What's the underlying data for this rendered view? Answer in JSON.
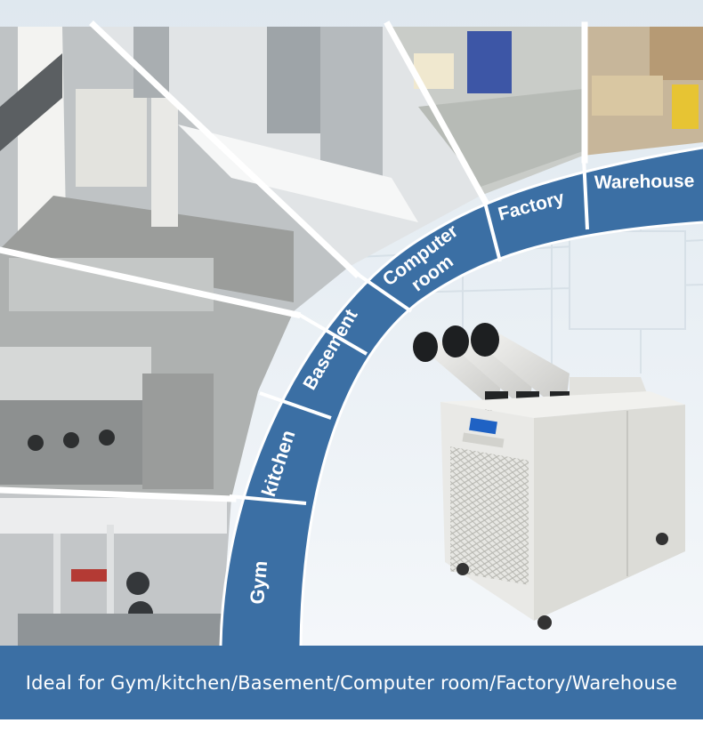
{
  "segments": [
    {
      "label": "Gym"
    },
    {
      "label": "kitchen"
    },
    {
      "label": "Basement"
    },
    {
      "label": "Computer room",
      "line1": "Computer",
      "line2": "room"
    },
    {
      "label": "Factory"
    },
    {
      "label": "Warehouse"
    }
  ],
  "caption": "Ideal for Gym/kitchen/Basement/Computer room/Factory/Warehouse",
  "colors": {
    "band": "#3b6fa4",
    "band_edge": "#ffffff",
    "caption_bg": "#3b6fa4",
    "text": "#ffffff",
    "unit_body": "#e9e9e6"
  }
}
